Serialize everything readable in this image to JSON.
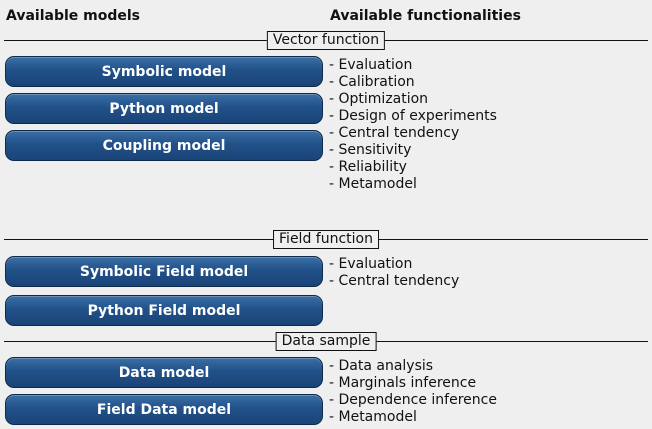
{
  "headers": {
    "models": "Available models",
    "functionalities": "Available functionalities"
  },
  "sections": [
    {
      "title": "Vector function",
      "models": [
        "Symbolic model",
        "Python model",
        "Coupling model"
      ],
      "functionalities": [
        "- Evaluation",
        "- Calibration",
        "- Optimization",
        "- Design of experiments",
        "- Central tendency",
        "- Sensitivity",
        "- Reliability",
        "- Metamodel"
      ]
    },
    {
      "title": "Field function",
      "models": [
        "Symbolic Field model",
        "Python Field model"
      ],
      "functionalities": [
        "- Evaluation",
        "- Central tendency"
      ]
    },
    {
      "title": "Data sample",
      "models": [
        "Data model",
        "Field Data model"
      ],
      "functionalities": [
        "- Data analysis",
        "- Marginals inference",
        "- Dependence inference",
        "- Metamodel"
      ]
    }
  ],
  "colors": {
    "background": "#efefef",
    "button_top": "#3a6fa5",
    "button_bottom": "#1a4478",
    "button_text": "#ffffff"
  }
}
